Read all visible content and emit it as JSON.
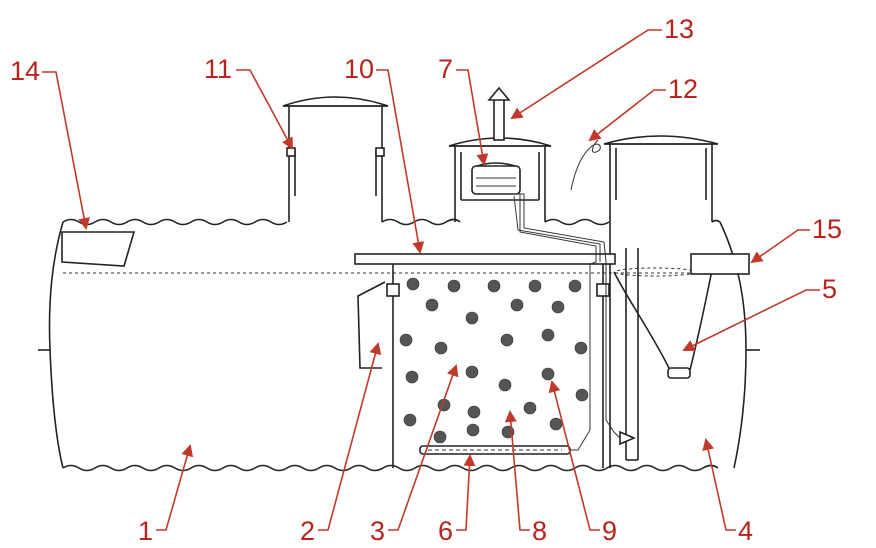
{
  "callouts": [
    {
      "id": "1",
      "text": "1"
    },
    {
      "id": "2",
      "text": "2"
    },
    {
      "id": "3",
      "text": "3"
    },
    {
      "id": "4",
      "text": "4"
    },
    {
      "id": "5",
      "text": "5"
    },
    {
      "id": "6",
      "text": "6"
    },
    {
      "id": "7",
      "text": "7"
    },
    {
      "id": "8",
      "text": "8"
    },
    {
      "id": "9",
      "text": "9"
    },
    {
      "id": "10",
      "text": "10"
    },
    {
      "id": "11",
      "text": "11"
    },
    {
      "id": "12",
      "text": "12"
    },
    {
      "id": "13",
      "text": "13"
    },
    {
      "id": "14",
      "text": "14"
    },
    {
      "id": "15",
      "text": "15"
    }
  ],
  "colors": {
    "callout": "#b8231c",
    "line": "#222222",
    "media_ball": "#555555"
  }
}
